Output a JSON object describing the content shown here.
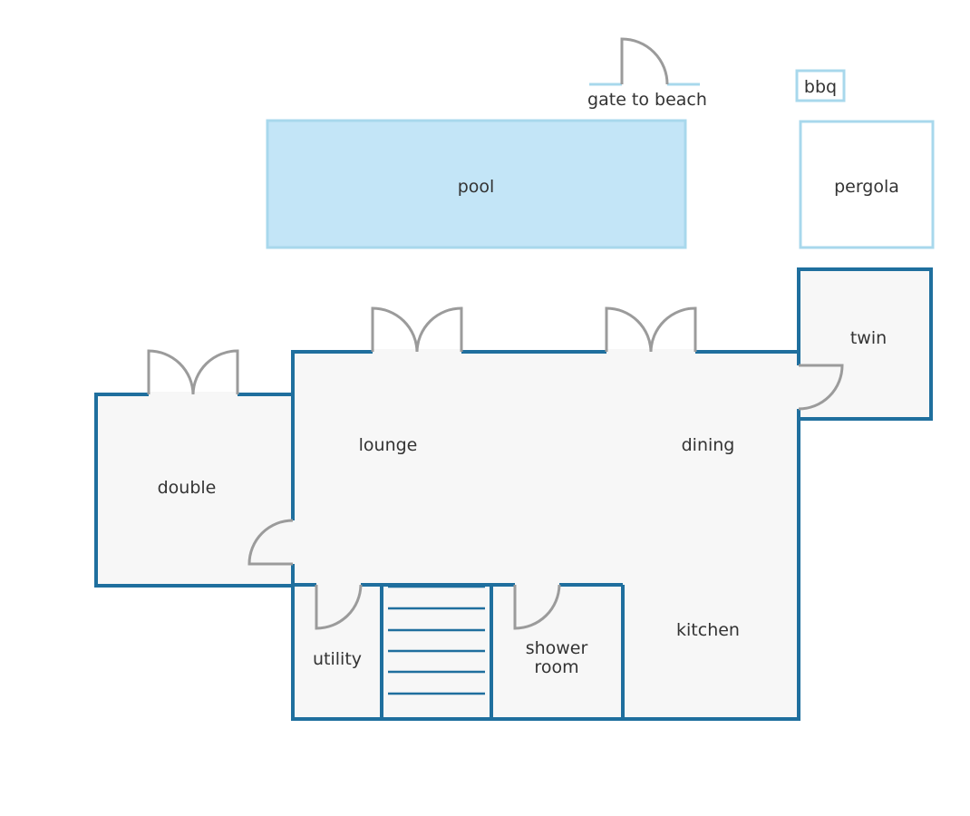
{
  "rooms": {
    "pool": "pool",
    "pergola": "pergola",
    "bbq": "bbq",
    "gate": "gate to beach",
    "twin": "twin",
    "lounge": "lounge",
    "dining": "dining",
    "double": "double",
    "utility": "utility",
    "shower_line1": "shower",
    "shower_line2": "room",
    "kitchen": "kitchen"
  },
  "colors": {
    "wall": "#1f6f9e",
    "floor": "#f7f7f7",
    "pool_fill": "#c3e5f7",
    "outdoor_outline": "#a8d8ec",
    "door": "#9b9b9b"
  }
}
